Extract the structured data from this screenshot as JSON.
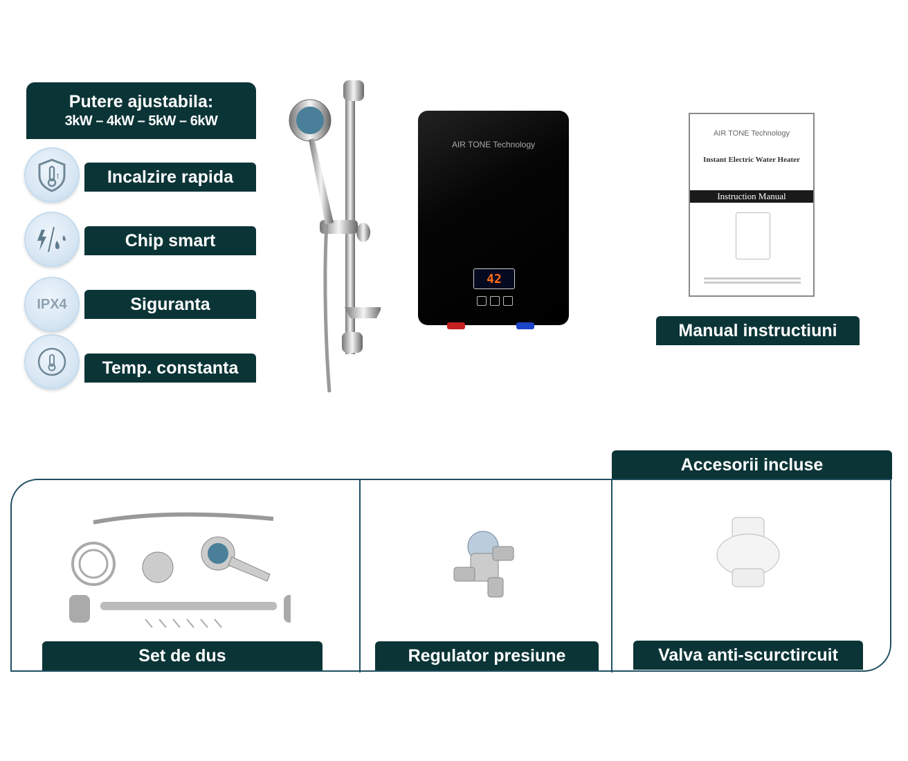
{
  "features": {
    "power_title": "Putere ajustabila:",
    "power_values": "3kW – 4kW – 5kW – 6kW",
    "items": [
      {
        "label": "Incalzire rapida",
        "icon": "shield-thermometer-icon"
      },
      {
        "label": "Chip smart",
        "icon": "lightning-water-drops-icon"
      },
      {
        "label": "Siguranta",
        "icon": "ipx4-icon",
        "icon_text": "IPX4"
      },
      {
        "label": "Temp. constanta",
        "icon": "gauge-thermometer-icon"
      }
    ]
  },
  "heater": {
    "brand": "AIR TONE Technology",
    "display_temp": "42"
  },
  "manual": {
    "brand": "AIR TONE Technology",
    "title": "Instant Electric Water Heater",
    "banner": "Instruction Manual",
    "label": "Manual instructiuni"
  },
  "accessories": {
    "title": "Accesorii incluse",
    "items": [
      {
        "label": "Set de dus"
      },
      {
        "label": "Regulator presiune"
      },
      {
        "label": "Valva anti-scurctircuit"
      }
    ]
  },
  "colors": {
    "label_bg": "#0b3436",
    "frame": "#1f4e63"
  }
}
